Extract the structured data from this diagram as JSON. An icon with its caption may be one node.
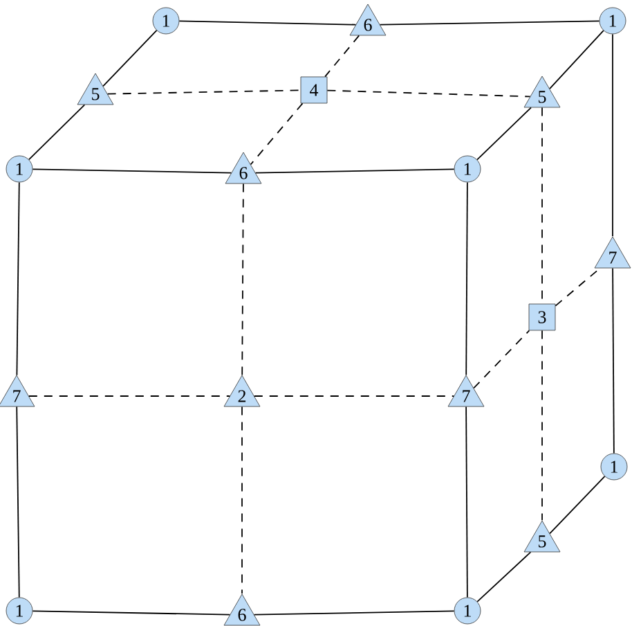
{
  "diagram": {
    "nodes": [
      {
        "text": [
          "1"
        ]
      },
      {
        "text": [
          "6"
        ]
      },
      {
        "text": [
          "1"
        ]
      },
      {
        "text": [
          "5"
        ]
      },
      {
        "text": [
          "4"
        ]
      },
      {
        "text": [
          "5"
        ]
      },
      {
        "text": [
          "1"
        ]
      },
      {
        "text": [
          "6"
        ]
      },
      {
        "text": [
          "1"
        ]
      },
      {
        "text": [
          "7"
        ]
      },
      {
        "text": [
          "3"
        ]
      },
      {
        "text": [
          "7"
        ]
      },
      {
        "text": [
          "2"
        ]
      },
      {
        "text": [
          "7"
        ]
      },
      {
        "text": [
          "1"
        ]
      },
      {
        "text": [
          "5"
        ]
      },
      {
        "text": [
          "1"
        ]
      },
      {
        "text": [
          "6"
        ]
      },
      {
        "text": [
          "1"
        ]
      }
    ],
    "edges": [
      {
        "from": 0,
        "to": 1,
        "arrow": "none"
      },
      {
        "from": 1,
        "to": 2,
        "arrow": "none"
      },
      {
        "from": 0,
        "to": 3,
        "arrow": "none"
      },
      {
        "from": 3,
        "to": 6,
        "arrow": "none"
      },
      {
        "from": 6,
        "to": 7,
        "arrow": "none"
      },
      {
        "from": 7,
        "to": 8,
        "arrow": "none"
      },
      {
        "from": 2,
        "to": 5,
        "arrow": "none"
      },
      {
        "from": 5,
        "to": 8,
        "arrow": "none"
      },
      {
        "from": 2,
        "to": 9,
        "arrow": "none"
      },
      {
        "from": 9,
        "to": 14,
        "arrow": "none"
      },
      {
        "from": 6,
        "to": 11,
        "arrow": "none"
      },
      {
        "from": 11,
        "to": 16,
        "arrow": "none"
      },
      {
        "from": 8,
        "to": 13,
        "arrow": "none"
      },
      {
        "from": 13,
        "to": 18,
        "arrow": "none"
      },
      {
        "from": 16,
        "to": 17,
        "arrow": "none"
      },
      {
        "from": 17,
        "to": 18,
        "arrow": "none"
      },
      {
        "from": 18,
        "to": 15,
        "arrow": "none"
      },
      {
        "from": 15,
        "to": 14,
        "arrow": "none"
      },
      {
        "from": 3,
        "to": 4,
        "arrow": "none",
        "style": "dashed"
      },
      {
        "from": 4,
        "to": 5,
        "arrow": "none",
        "style": "dashed"
      },
      {
        "from": 1,
        "to": 4,
        "arrow": "none",
        "style": "dashed"
      },
      {
        "from": 4,
        "to": 7,
        "arrow": "none",
        "style": "dashed"
      },
      {
        "from": 7,
        "to": 12,
        "arrow": "none",
        "style": "dashed"
      },
      {
        "from": 12,
        "to": 17,
        "arrow": "none",
        "style": "dashed"
      },
      {
        "from": 11,
        "to": 12,
        "arrow": "none",
        "style": "dashed"
      },
      {
        "from": 12,
        "to": 13,
        "arrow": "none",
        "style": "dashed"
      },
      {
        "from": 5,
        "to": 10,
        "arrow": "none",
        "style": "dashed"
      },
      {
        "from": 10,
        "to": 15,
        "arrow": "none",
        "style": "dashed"
      },
      {
        "from": 13,
        "to": 10,
        "arrow": "none",
        "style": "dashed"
      },
      {
        "from": 10,
        "to": 9,
        "arrow": "none",
        "style": "dashed"
      }
    ]
  }
}
